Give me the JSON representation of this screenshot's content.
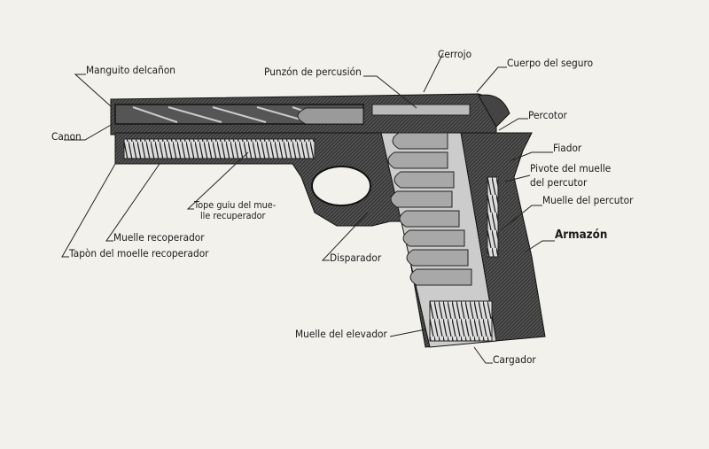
{
  "labels": {
    "manguito": "Manguito delcañon",
    "canon": "Canon",
    "punzon": "Punzón de percusión",
    "cerrojo": "Cerrojo",
    "cuerpo_seguro": "Cuerpo del seguro",
    "percotor": "Percotor",
    "fiador": "Fiador",
    "pivote_1": "Pivote del muelle",
    "pivote_2": "del percutor",
    "muelle_percutor": "Muelle del percutor",
    "armazon": "Armazón",
    "tope_1": "Tope guiu del mue-",
    "tope_2": "lle recuperador",
    "muelle_recoperador": "Muelle recoperador",
    "tapon": "Tapòn del moelle recoperador",
    "disparador": "Disparador",
    "muelle_elevador": "Muelle del elevador",
    "cargador": "Cargador"
  }
}
